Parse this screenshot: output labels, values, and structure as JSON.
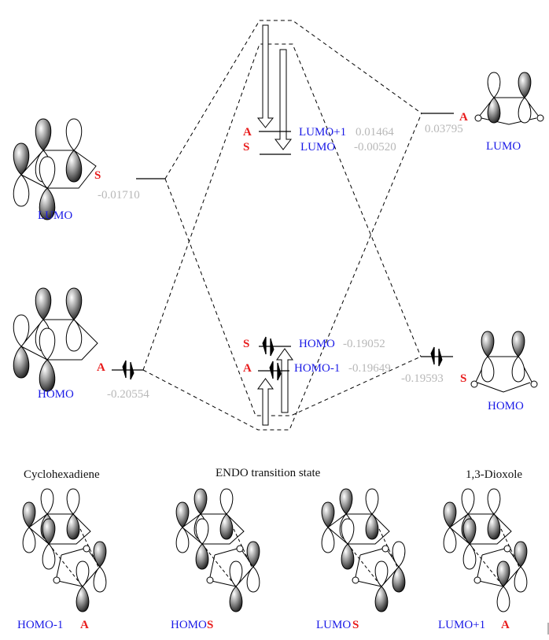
{
  "title": "Frontier molecular orbital interaction diagram: Cyclohexadiene + 1,3-Dioxole ENDO transition state",
  "colors": {
    "orbital_label": "#1a1ae6",
    "symmetry_label": "#e81c1c",
    "energy_value": "#b8b8b8",
    "caption": "#111111"
  },
  "left_fragment": {
    "name": "Cyclohexadiene",
    "lumo": {
      "label": "LUMO",
      "symmetry": "S",
      "energy": "-0.01710"
    },
    "homo": {
      "label": "HOMO",
      "symmetry": "A",
      "energy": "-0.20554",
      "occupancy": "paired-electrons"
    }
  },
  "transition_state": {
    "name": "ENDO transition state",
    "levels": [
      {
        "label": "LUMO+1",
        "symmetry": "A",
        "energy": "0.01464"
      },
      {
        "label": "LUMO",
        "symmetry": "S",
        "energy": "-0.00520"
      },
      {
        "label": "HOMO",
        "symmetry": "S",
        "energy": "-0.19052",
        "occupancy": "paired-electrons"
      },
      {
        "label": "HOMO-1",
        "symmetry": "A",
        "energy": "-0.19649",
        "occupancy": "paired-electrons"
      }
    ]
  },
  "right_fragment": {
    "name": "1,3-Dioxole",
    "lumo": {
      "label": "LUMO",
      "symmetry": "A",
      "energy": "0.03795"
    },
    "homo": {
      "label": "HOMO",
      "symmetry": "S",
      "energy": "-0.19593",
      "occupancy": "paired-electrons"
    }
  },
  "captions": {
    "left": "Cyclohexadiene",
    "center": "ENDO transition state",
    "right": "1,3-Dioxole"
  },
  "ts_orbital_panels": [
    {
      "label": "HOMO-1",
      "symmetry": "A"
    },
    {
      "label": "HOMO",
      "symmetry": "S"
    },
    {
      "label": "LUMO",
      "symmetry": "S"
    },
    {
      "label": "LUMO+1",
      "symmetry": "A"
    }
  ],
  "atom_label": "O"
}
